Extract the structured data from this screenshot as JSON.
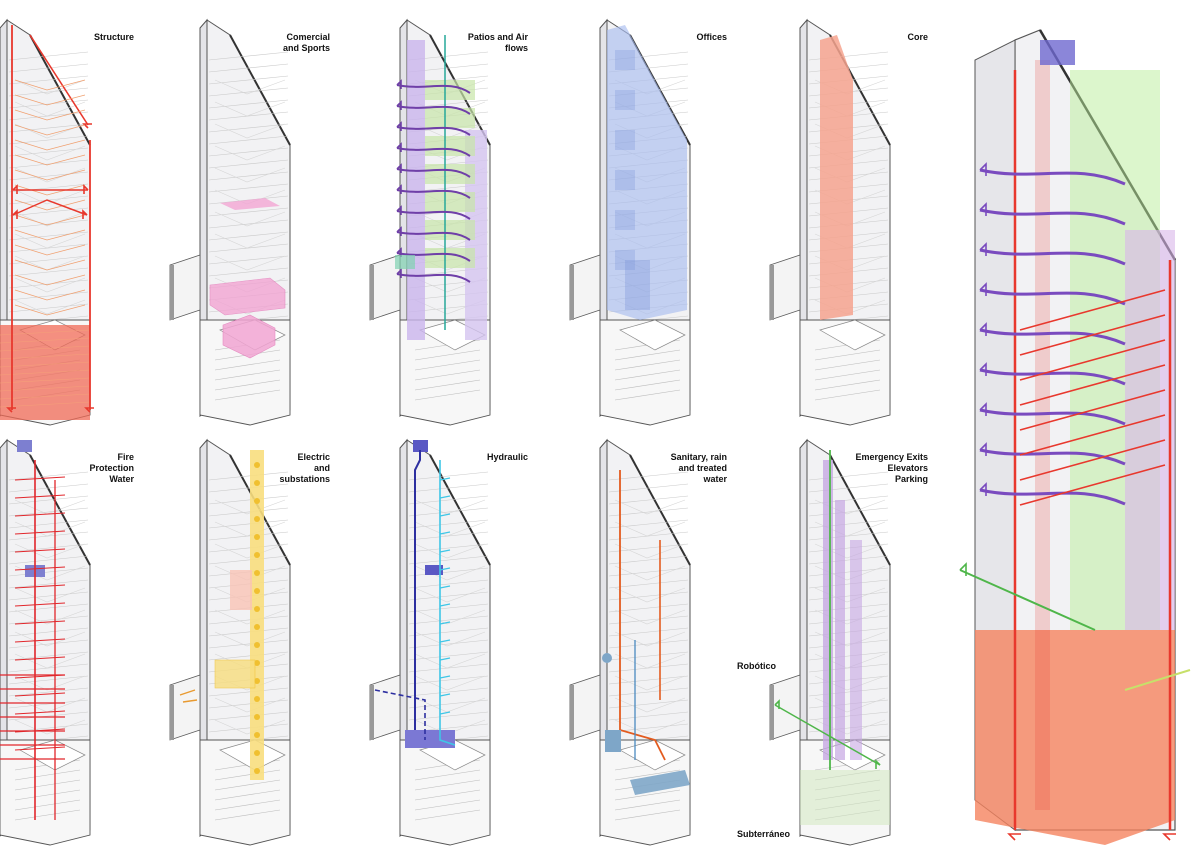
{
  "panels": [
    {
      "id": "structure",
      "label": "Structure",
      "color": "#e8382d",
      "fill": "#f06a55"
    },
    {
      "id": "commercial",
      "label": "Comercial\nand Sports",
      "color": "#e27ab8",
      "fill": "#f2a5d3"
    },
    {
      "id": "patios",
      "label": "Patios and Air\nflows",
      "color": "#6f3fa8",
      "fill": "#b99be0"
    },
    {
      "id": "offices",
      "label": "Offices",
      "color": "#7b96d9",
      "fill": "#a9bdf0"
    },
    {
      "id": "core",
      "label": "Core",
      "color": "#ef7f66",
      "fill": "#f6a38e"
    },
    {
      "id": "fire",
      "label": "Fire\nProtection\nWater",
      "color": "#e1262b",
      "fill": "#7d7fd0"
    },
    {
      "id": "electric",
      "label": "Electric\nand\nsubstations",
      "color": "#f0c030",
      "fill": "#f8de7e"
    },
    {
      "id": "hydraulic",
      "label": "Hydraulic",
      "color": "#2d2fa0",
      "fill": "#3fc6e6"
    },
    {
      "id": "sanitary",
      "label": "Sanitary, rain\nand treated\nwater",
      "color": "#e35b1f",
      "fill": "#7ea6c8"
    },
    {
      "id": "exits",
      "label": "Emergency Exits\nElevators\nParking",
      "color": "#4fb64a",
      "fill": "#c6a7e2"
    }
  ],
  "side_labels": {
    "robotico": "Robótico",
    "subterraneo": "Subterráneo"
  },
  "colors": {
    "outline": "#555555",
    "grid": "#c9c9c9",
    "glass": "#f2f2f4"
  }
}
